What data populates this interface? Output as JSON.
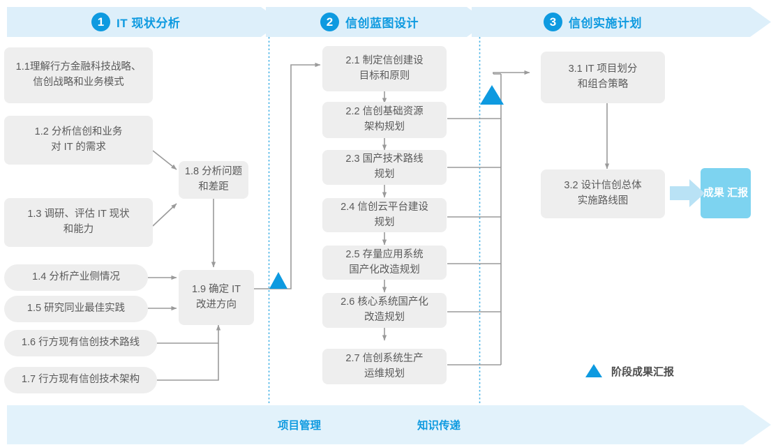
{
  "diagram": {
    "title_bar": {
      "phases": [
        {
          "num": "1",
          "label": "IT 现状分析"
        },
        {
          "num": "2",
          "label": "信创蓝图设计"
        },
        {
          "num": "3",
          "label": "信创实施计划"
        }
      ]
    },
    "phase1_boxes": [
      {
        "id": "1.1",
        "lines": [
          "1.1理解行方金融科技战略、",
          "信创战略和业务模式"
        ]
      },
      {
        "id": "1.2",
        "lines": [
          "1.2 分析信创和业务",
          "对 IT 的需求"
        ]
      },
      {
        "id": "1.3",
        "lines": [
          "1.3 调研、评估 IT 现状",
          "和能力"
        ]
      },
      {
        "id": "1.4",
        "lines": [
          "1.4 分析产业侧情况"
        ]
      },
      {
        "id": "1.5",
        "lines": [
          "1.5 研究同业最佳实践"
        ]
      },
      {
        "id": "1.6",
        "lines": [
          "1.6 行方现有信创技术路线"
        ]
      },
      {
        "id": "1.7",
        "lines": [
          "1.7 行方现有信创技术架构"
        ]
      },
      {
        "id": "1.8",
        "lines": [
          "1.8 分析问题",
          "和差距"
        ]
      },
      {
        "id": "1.9",
        "lines": [
          "1.9 确定 IT",
          "改进方向"
        ]
      }
    ],
    "phase2_boxes": [
      {
        "id": "2.1",
        "lines": [
          "2.1 制定信创建设",
          "目标和原则"
        ]
      },
      {
        "id": "2.2",
        "lines": [
          "2.2 信创基础资源",
          "架构规划"
        ]
      },
      {
        "id": "2.3",
        "lines": [
          "2.3 国产技术路线",
          "规划"
        ]
      },
      {
        "id": "2.4",
        "lines": [
          "2.4 信创云平台建设",
          "规划"
        ]
      },
      {
        "id": "2.5",
        "lines": [
          "2.5 存量应用系统",
          "国产化改造规划"
        ]
      },
      {
        "id": "2.6",
        "lines": [
          "2.6 核心系统国产化",
          "改造规划"
        ]
      },
      {
        "id": "2.7",
        "lines": [
          "2.7 信创系统生产",
          "运维规划"
        ]
      }
    ],
    "phase3_boxes": [
      {
        "id": "3.1",
        "lines": [
          "3.1 IT 项目划分",
          "和组合策略"
        ]
      },
      {
        "id": "3.2",
        "lines": [
          "3.2 设计信创总体",
          "实施路线图"
        ]
      }
    ],
    "result_chip": {
      "lines": [
        "成果",
        "汇报"
      ]
    },
    "legend": {
      "icon": "triangle-marker-icon",
      "label": "阶段成果汇报"
    },
    "footer": {
      "labels": [
        "项目管理",
        "知识传递"
      ]
    },
    "colors": {
      "accent_blue": "#0e9ae0",
      "band_blue": "#ddeffa",
      "chip_blue": "#7dd3f0",
      "arrow_blue": "#b9e2f5",
      "box_gray": "#eeeeee",
      "text_gray": "#5a5a5a",
      "line_gray": "#a0a0a0",
      "dotted_blue": "#4ab4e6"
    }
  }
}
